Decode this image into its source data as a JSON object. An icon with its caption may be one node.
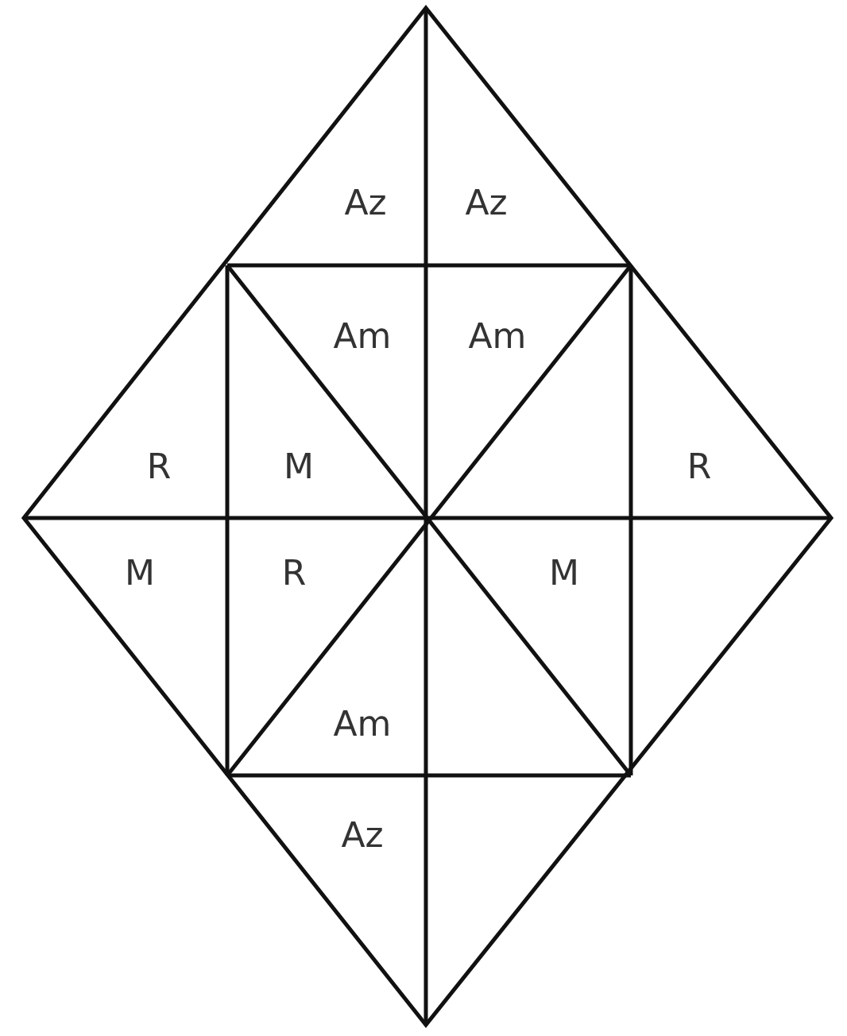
{
  "diagram": {
    "labels": [
      "Az",
      "Az",
      "Am",
      "Am",
      "R",
      "M",
      "R",
      "M",
      "R",
      "M",
      "Am",
      "Az"
    ]
  }
}
